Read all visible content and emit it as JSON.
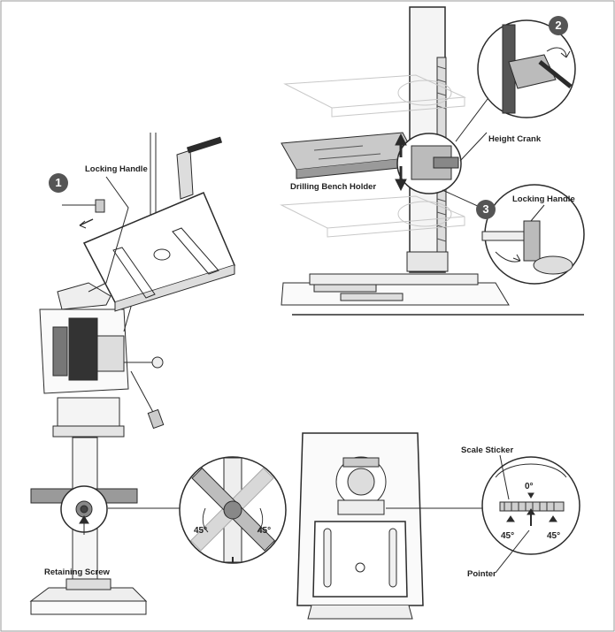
{
  "steps": {
    "one": "1",
    "two": "2",
    "three": "3"
  },
  "labels": {
    "locking_handle_1": "Locking Handle",
    "locking_handle_3": "Locking Handle",
    "height_crank": "Height Crank",
    "drilling_bench_holder": "Drilling Bench Holder",
    "retaining_screw": "Retaining Screw",
    "scale_sticker": "Scale Sticker",
    "pointer": "Pointer"
  },
  "angles": {
    "tilt_left": "45°",
    "tilt_right": "45°",
    "scale_zero": "0°",
    "scale_left": "45°",
    "scale_right": "45°"
  },
  "colors": {
    "line": "#2b2b2b",
    "mid_gray": "#8a8a8a",
    "light_gray": "#cfcfcf",
    "dark_gray": "#4a4a4a",
    "badge": "#555555"
  }
}
